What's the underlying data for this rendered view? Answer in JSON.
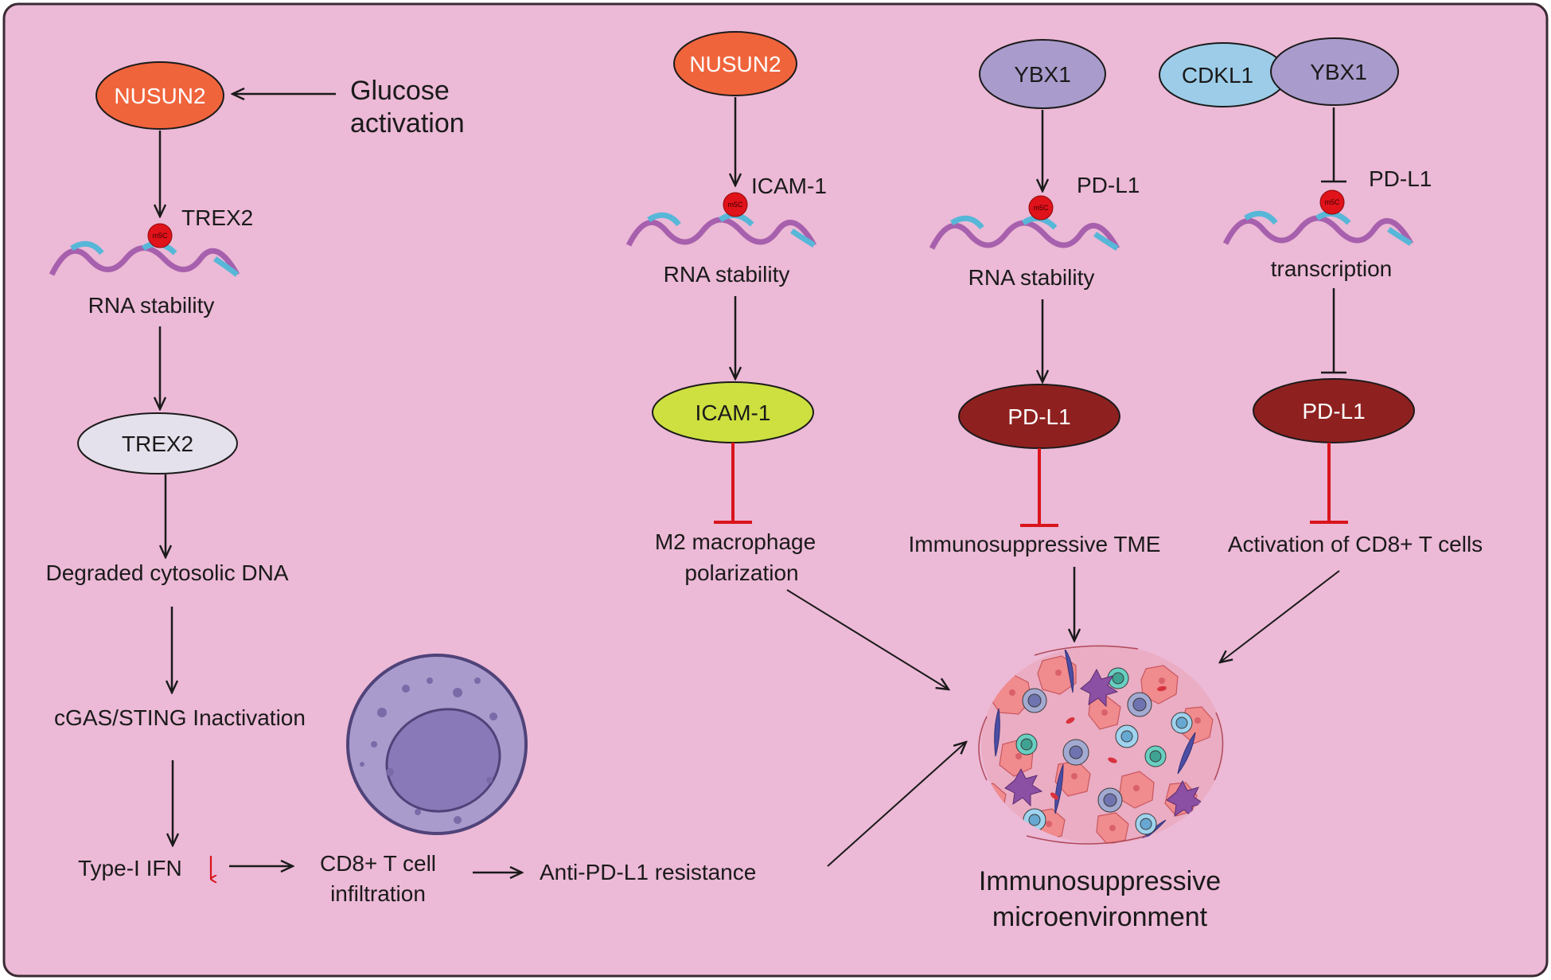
{
  "pathway1": {
    "enzyme": "NUSUN2",
    "stimulus_line1": "Glucose",
    "stimulus_line2": "activation",
    "target": "TREX2",
    "mod": "m5C",
    "step1": "RNA stability",
    "protein": "TREX2",
    "step2": "Degraded cytosolic DNA",
    "step3": "cGAS/STING Inactivation",
    "step4": "Type-I IFN",
    "step5_line1": "CD8+ T cell",
    "step5_line2": "infiltration",
    "step6": "Anti-PD-L1 resistance"
  },
  "pathway2": {
    "enzyme": "NUSUN2",
    "target": "ICAM-1",
    "mod": "m5C",
    "step1": "RNA stability",
    "protein": "ICAM-1",
    "outcome_line1": "M2 macrophage",
    "outcome_line2": "polarization"
  },
  "pathway3": {
    "reader": "YBX1",
    "target": "PD-L1",
    "mod": "m5C",
    "step1": "RNA stability",
    "protein": "PD-L1",
    "outcome": "Immunosuppressive TME"
  },
  "pathway4": {
    "partner": "CDKL1",
    "reader": "YBX1",
    "target": "PD-L1",
    "mod": "m5C",
    "step1": "transcription",
    "protein": "PD-L1",
    "outcome": "Activation of CD8+ T cells"
  },
  "result": {
    "line1": "Immunosuppressive",
    "line2": "microenvironment"
  },
  "colors": {
    "background": "#ecb9d6",
    "panel_border": "#3a2a33",
    "nusun2": "#f0643c",
    "ybx1": "#a99bcc",
    "cdkl1": "#9ccce8",
    "trex2": "#e4e1ec",
    "icam1": "#cde040",
    "pdl1": "#8e2120",
    "m5c_dot": "#e0121a",
    "rna_blue": "#57b7d8",
    "rna_purple": "#a760ad",
    "inhibit_red": "#d9141c",
    "arrow": "#1a1a1a"
  }
}
